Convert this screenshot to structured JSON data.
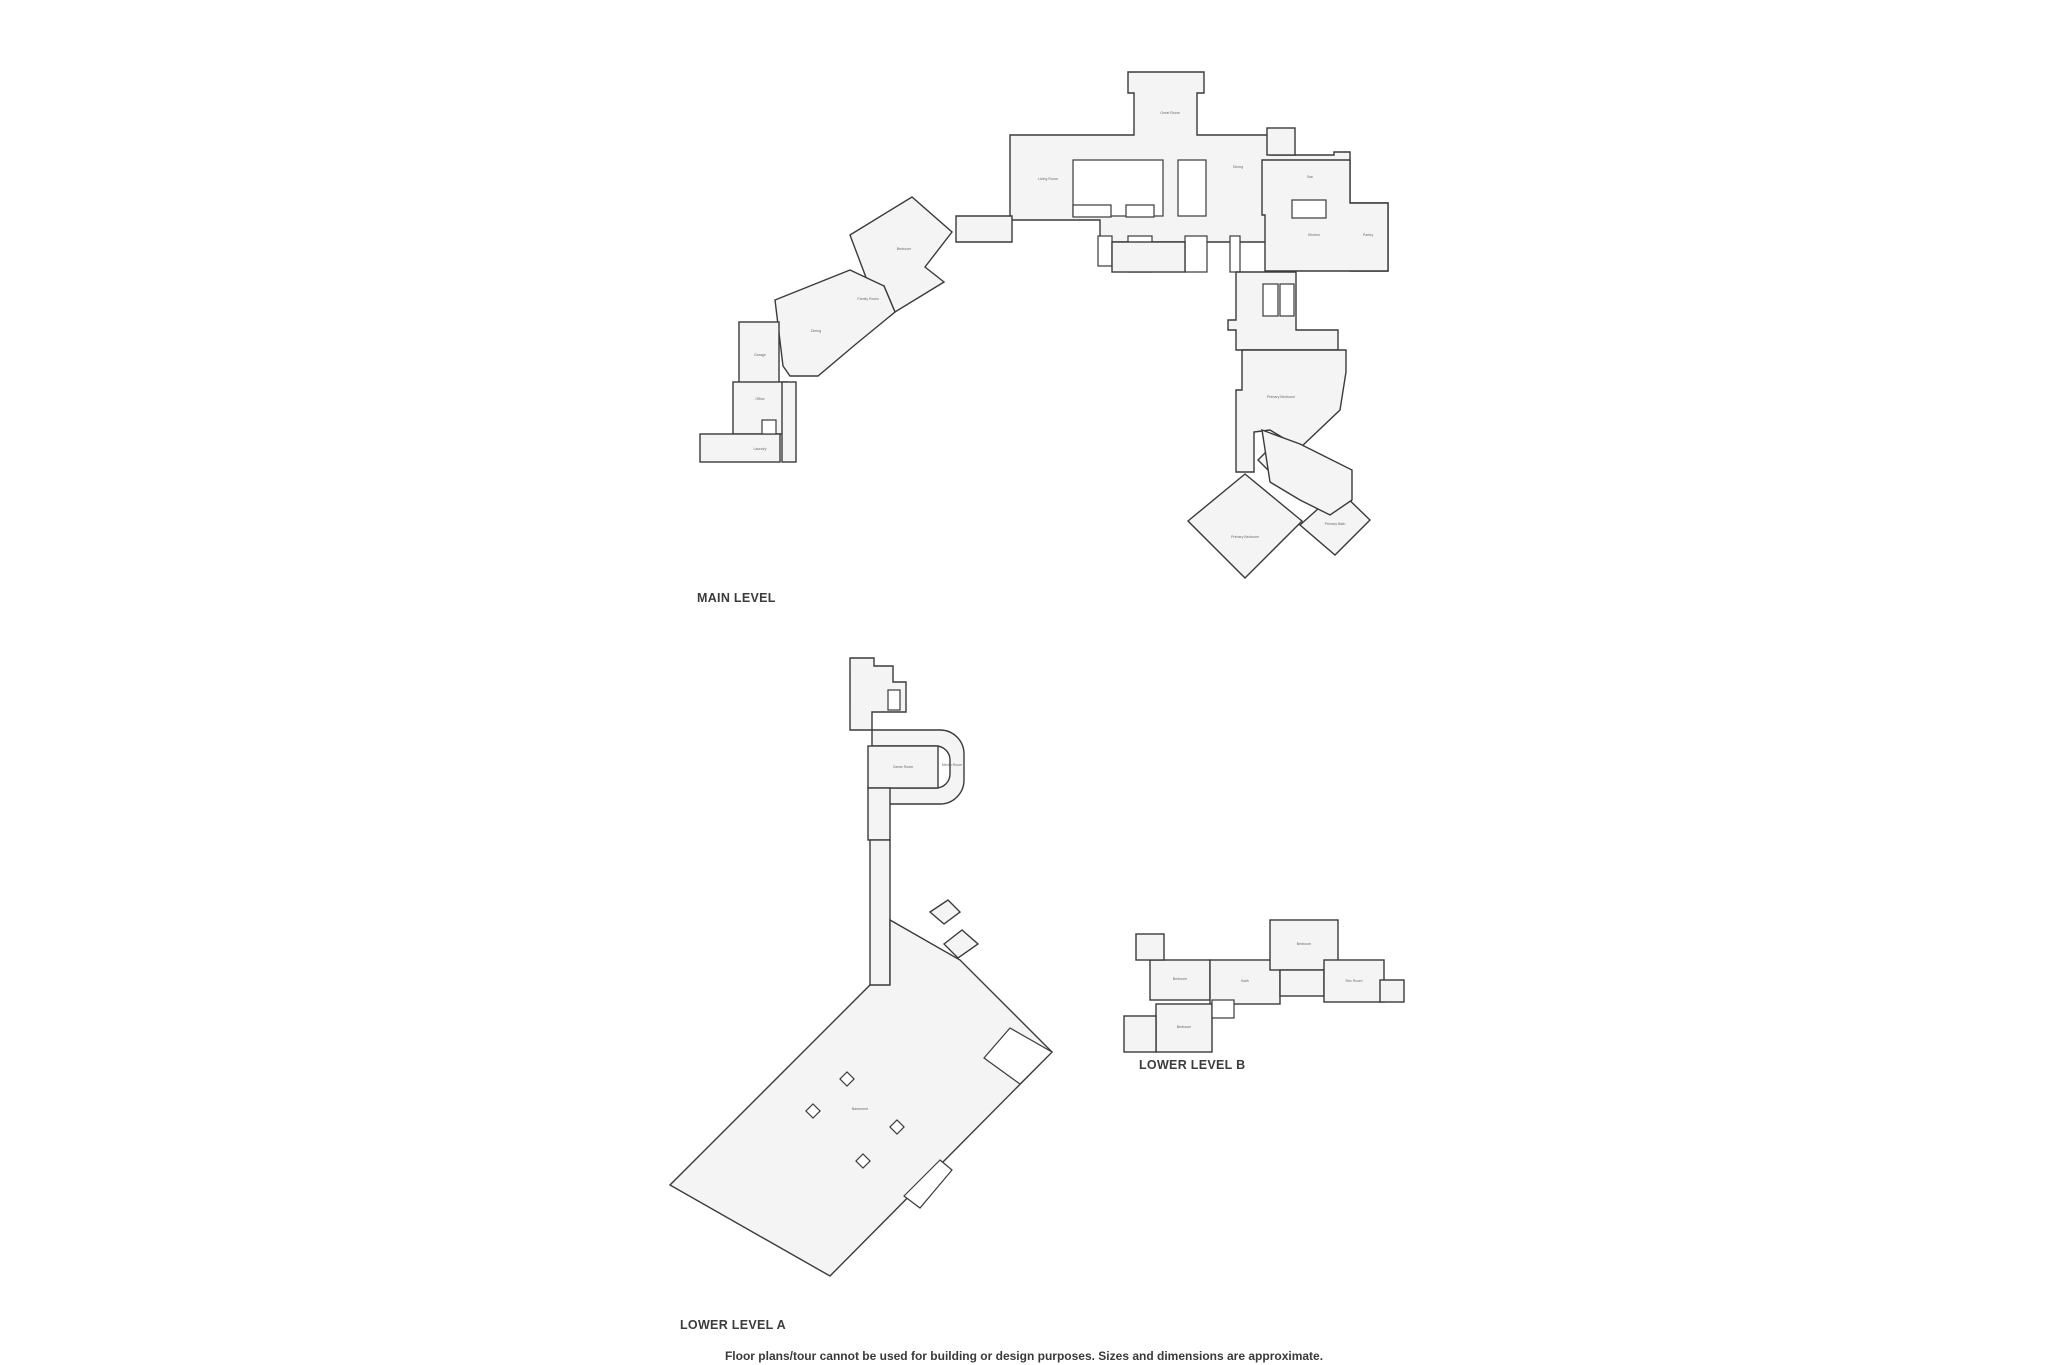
{
  "levels": {
    "main": "MAIN LEVEL",
    "lower_a": "LOWER LEVEL A",
    "lower_b": "LOWER LEVEL B"
  },
  "disclaimer": "Floor plans/tour cannot be used for building or design purposes. Sizes and dimensions are approximate."
}
